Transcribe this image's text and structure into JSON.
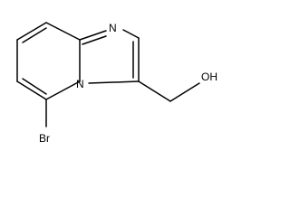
{
  "structure": {
    "atoms": {
      "pyridine_nitrogen": "N",
      "imidazole_nitrogen": "N",
      "bromine": "Br",
      "hydroxyl": "OH"
    }
  }
}
